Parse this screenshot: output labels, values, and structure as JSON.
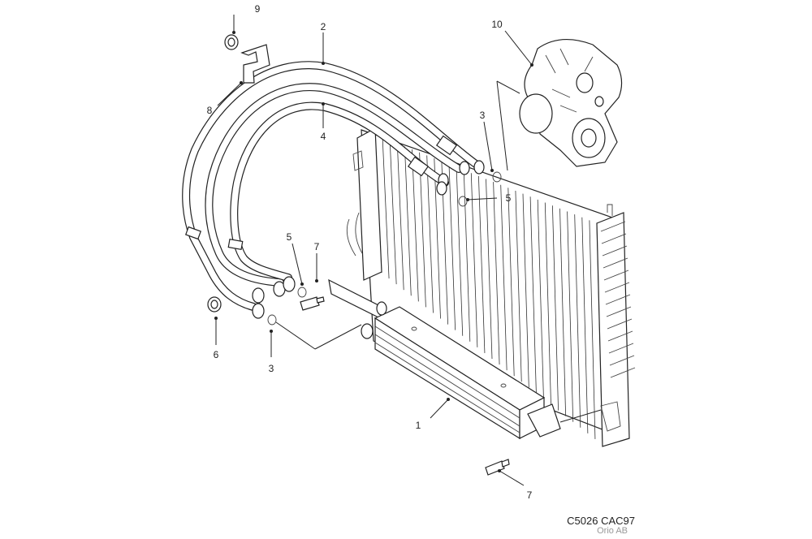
{
  "callouts": [
    {
      "id": "c9a",
      "text": "9"
    },
    {
      "id": "c2",
      "text": "2"
    },
    {
      "id": "c10",
      "text": "10"
    },
    {
      "id": "c8",
      "text": "8"
    },
    {
      "id": "c4",
      "text": "4"
    },
    {
      "id": "c3a",
      "text": "3"
    },
    {
      "id": "c5a",
      "text": "5"
    },
    {
      "id": "c5b",
      "text": "5"
    },
    {
      "id": "c7a",
      "text": "7"
    },
    {
      "id": "c6",
      "text": "6"
    },
    {
      "id": "c3b",
      "text": "3"
    },
    {
      "id": "c1",
      "text": "1"
    },
    {
      "id": "c7b",
      "text": "7"
    }
  ],
  "reference": {
    "code": "C5026 CAC97",
    "owner": "Orio AB"
  }
}
